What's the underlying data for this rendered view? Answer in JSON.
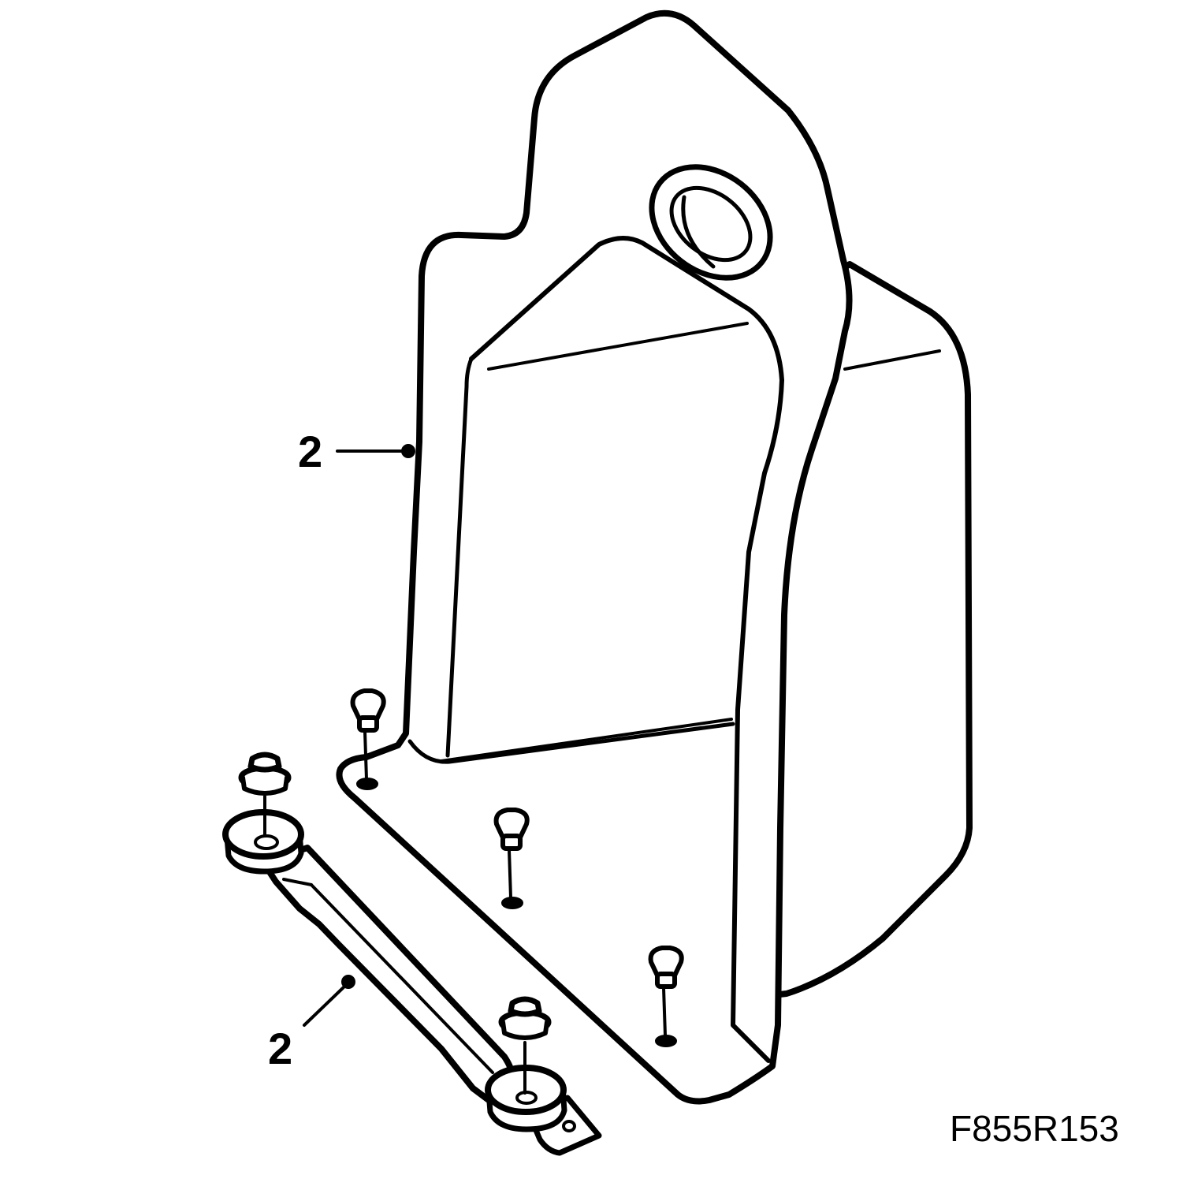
{
  "callouts": [
    {
      "label": "2"
    },
    {
      "label": "2"
    }
  ],
  "figure_id": "F855R153",
  "colors": {
    "stroke": "#000000",
    "fill": "#ffffff"
  }
}
